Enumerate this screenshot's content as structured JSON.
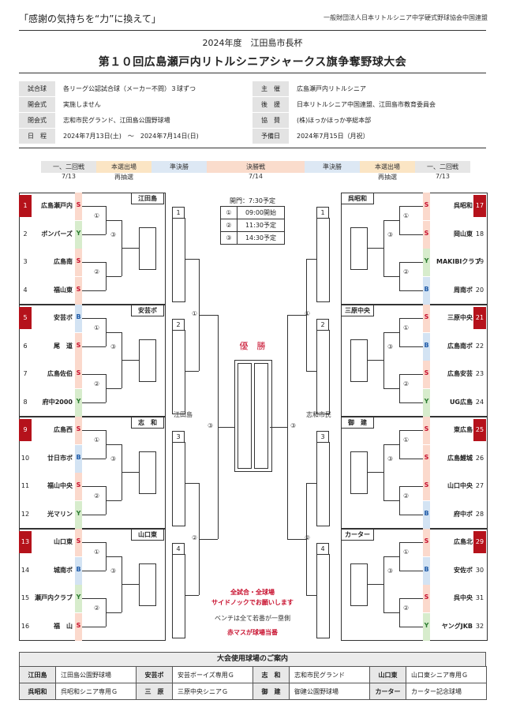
{
  "slogan": "「感謝の気持ちを“力”に換えて」",
  "association": "一般財団法人日本リトルシニア中学硬式野球協会中国連盟",
  "subtitle": "2024年度　江田島市長杯",
  "title": "第１０回広島瀬戸内リトルシニアシャークス旗争奪野球大会",
  "info_left": [
    {
      "key": "試合球",
      "value": "各リーグ公認試合球（メーカー不問）３球ずつ"
    },
    {
      "key": "開会式",
      "value": "実施しません"
    },
    {
      "key": "閉会式",
      "value": "志和市民グランド、江田島公園野球場"
    },
    {
      "key": "日　程",
      "value": "2024年7月13日(土)　～　2024年7月14日(日)"
    }
  ],
  "info_right": [
    {
      "key": "主　催",
      "value": "広島瀬戸内リトルシニア"
    },
    {
      "key": "後　援",
      "value": "日本リトルシニア中国連盟、江田島市教育委員会"
    },
    {
      "key": "協　賛",
      "value": "(株)ほっかほっか亭総本部"
    },
    {
      "key": "予備日",
      "value": "2024年7月15日（月祝）"
    }
  ],
  "phases": [
    {
      "label": "一、二回戦",
      "sub": "7/13",
      "color": "#e6e6e6"
    },
    {
      "label": "本選出場",
      "sub": "再抽選",
      "color": "#fbe5c4"
    },
    {
      "label": "準決勝",
      "sub": "",
      "color": "#dde8f4"
    },
    {
      "label": "決勝戦",
      "sub": "7/14",
      "color": "#fadccc"
    },
    {
      "label": "準決勝",
      "sub": "",
      "color": "#dde8f4"
    },
    {
      "label": "本選出場",
      "sub": "再抽選",
      "color": "#fbe5c4"
    },
    {
      "label": "一、二回戦",
      "sub": "7/13",
      "color": "#e6e6e6"
    }
  ],
  "schedule": {
    "header": "開門：7:30予定",
    "rows": [
      {
        "mark": "①",
        "time": "09:00開始"
      },
      {
        "mark": "②",
        "time": "11:30予定"
      },
      {
        "mark": "③",
        "time": "14:30予定"
      }
    ]
  },
  "colors": {
    "S": "#c8102e",
    "Y": "#2e7d32",
    "B": "#1e5aa8",
    "stripS": "#fbd9cc",
    "stripY": "#d7eccc",
    "stripB": "#d3e3f3",
    "seed": "#b5121b"
  },
  "left_groups": [
    {
      "label": "江田島",
      "teams": [
        {
          "num": "1",
          "name": "広島瀬戸内",
          "letter": "S",
          "seed": true
        },
        {
          "num": "2",
          "name": "ボンバーズ",
          "letter": "Y",
          "seed": false
        },
        {
          "num": "3",
          "name": "広島南",
          "letter": "S",
          "seed": false
        },
        {
          "num": "4",
          "name": "福山東",
          "letter": "S",
          "seed": false
        }
      ]
    },
    {
      "label": "安芸ボ",
      "teams": [
        {
          "num": "5",
          "name": "安芸ボ",
          "letter": "B",
          "seed": true
        },
        {
          "num": "6",
          "name": "尾　道",
          "letter": "S",
          "seed": false
        },
        {
          "num": "7",
          "name": "広島佐伯",
          "letter": "S",
          "seed": false
        },
        {
          "num": "8",
          "name": "府中2000",
          "letter": "Y",
          "seed": false
        }
      ]
    },
    {
      "label": "志　和",
      "teams": [
        {
          "num": "9",
          "name": "広島西",
          "letter": "S",
          "seed": true
        },
        {
          "num": "10",
          "name": "廿日市ボ",
          "letter": "B",
          "seed": false
        },
        {
          "num": "11",
          "name": "福山中央",
          "letter": "S",
          "seed": false
        },
        {
          "num": "12",
          "name": "光マリン",
          "letter": "Y",
          "seed": false
        }
      ]
    },
    {
      "label": "山口東",
      "teams": [
        {
          "num": "13",
          "name": "山口東",
          "letter": "S",
          "seed": true
        },
        {
          "num": "14",
          "name": "城南ボ",
          "letter": "B",
          "seed": false
        },
        {
          "num": "15",
          "name": "瀬戸内クラブ",
          "letter": "Y",
          "seed": false
        },
        {
          "num": "16",
          "name": "福　山",
          "letter": "S",
          "seed": false
        }
      ]
    }
  ],
  "right_groups": [
    {
      "label": "呉昭和",
      "teams": [
        {
          "num": "17",
          "name": "呉昭和",
          "letter": "S",
          "seed": true
        },
        {
          "num": "18",
          "name": "岡山東",
          "letter": "S",
          "seed": false
        },
        {
          "num": "19",
          "name": "MAKIBIクラブ",
          "letter": "Y",
          "seed": false
        },
        {
          "num": "20",
          "name": "周南ボ",
          "letter": "B",
          "seed": false
        }
      ]
    },
    {
      "label": "三原中央",
      "teams": [
        {
          "num": "21",
          "name": "三原中央",
          "letter": "S",
          "seed": true
        },
        {
          "num": "22",
          "name": "広島南ボ",
          "letter": "B",
          "seed": false
        },
        {
          "num": "23",
          "name": "広島安芸",
          "letter": "S",
          "seed": false
        },
        {
          "num": "24",
          "name": "UG広島",
          "letter": "Y",
          "seed": false
        }
      ]
    },
    {
      "label": "御　建",
      "teams": [
        {
          "num": "25",
          "name": "東広島",
          "letter": "S",
          "seed": true
        },
        {
          "num": "26",
          "name": "広島鯉城",
          "letter": "S",
          "seed": false
        },
        {
          "num": "27",
          "name": "山口中央",
          "letter": "S",
          "seed": false
        },
        {
          "num": "28",
          "name": "府中ボ",
          "letter": "B",
          "seed": false
        }
      ]
    },
    {
      "label": "カーター",
      "teams": [
        {
          "num": "29",
          "name": "広島北",
          "letter": "S",
          "seed": true
        },
        {
          "num": "30",
          "name": "安佐ボ",
          "letter": "B",
          "seed": false
        },
        {
          "num": "31",
          "name": "呉中央",
          "letter": "S",
          "seed": false
        },
        {
          "num": "32",
          "name": "ヤングJKB",
          "letter": "Y",
          "seed": false
        }
      ]
    }
  ],
  "marks": {
    "m1": "①",
    "m2": "②",
    "m3": "③"
  },
  "semi_box_numbers": [
    "1",
    "2",
    "3",
    "4"
  ],
  "champion_label": "優　勝",
  "semi_venue_left": "江田島",
  "semi_venue_right": "志和市民",
  "notes": {
    "line1": "全試合・全球場",
    "line2": "サイドノックでお願いします",
    "line3": "ベンチは全て若番が一塁側",
    "line4": "赤マスが球場当番"
  },
  "venues": {
    "title": "大会使用球場のご案内",
    "rows": [
      [
        {
          "key": "江田島",
          "value": "江田島公園野球場"
        },
        {
          "key": "安芸ボ",
          "value": "安芸ボーイズ専用Ｇ"
        },
        {
          "key": "志　和",
          "value": "志和市民グランド"
        },
        {
          "key": "山口東",
          "value": "山口東シニア専用Ｇ"
        }
      ],
      [
        {
          "key": "呉昭和",
          "value": "呉昭和シニア専用Ｇ"
        },
        {
          "key": "三　原",
          "value": "三原中央シニアＧ"
        },
        {
          "key": "御　建",
          "value": "御建公園野球場"
        },
        {
          "key": "カーター",
          "value": "カーター記念球場"
        }
      ]
    ]
  }
}
